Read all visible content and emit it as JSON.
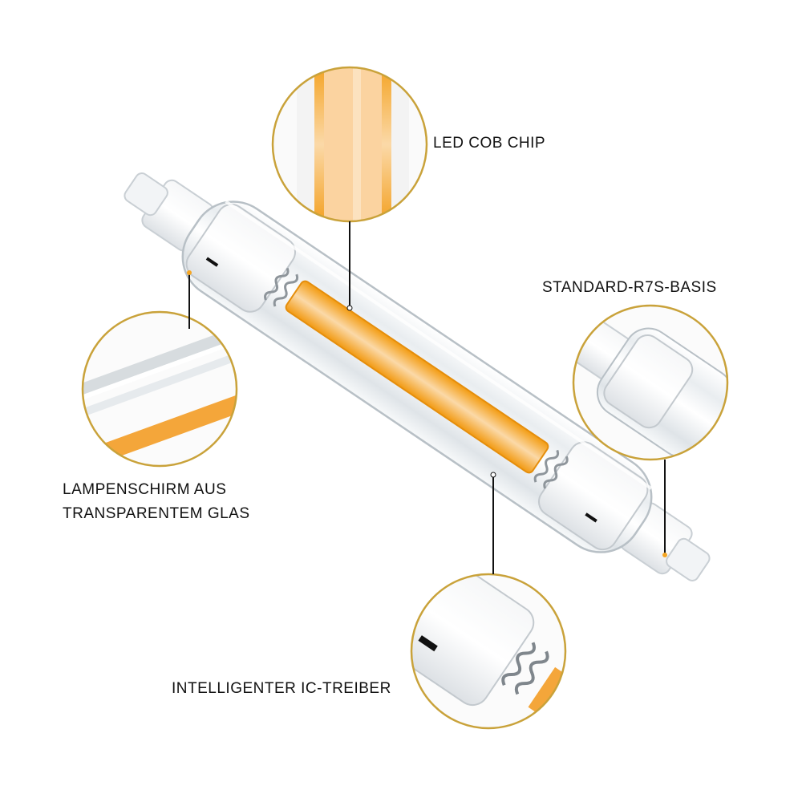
{
  "labels": {
    "chip": "LED COB CHIP",
    "base": "STANDARD-R7S-BASIS",
    "glass_line1": "LAMPENSCHIRM AUS",
    "glass_line2": "TRANSPARENTEM GLAS",
    "driver": "INTELLIGENTER IC-TREIBER"
  },
  "colors": {
    "callout_ring": "#c9a23a",
    "leader_line": "#111111",
    "cob_orange": "#f5a623",
    "cob_core": "#fbd7a0",
    "glass": "#f4f6f8",
    "ceramic": "#eef0f2"
  },
  "icons": [
    "led-cob-chip-callout",
    "r7s-base-callout",
    "glass-shade-callout",
    "ic-driver-callout",
    "lamp-tube-image"
  ]
}
